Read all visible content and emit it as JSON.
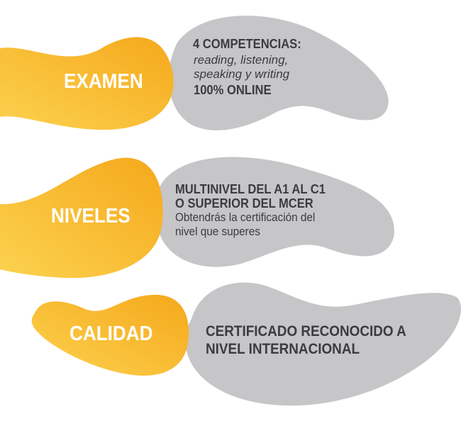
{
  "colors": {
    "orange_light": "#fcd24f",
    "orange_dark": "#f5a81b",
    "gray": "#c6c5c7",
    "text_dark": "#3c3b3d",
    "label_text": "#ffffff"
  },
  "items": [
    {
      "label": "EXAMEN",
      "heading": "4 COMPETENCIAS:",
      "italic_lines": [
        "reading, listening,",
        "speaking y writing"
      ],
      "footer": "100% ONLINE"
    },
    {
      "label": "NIVELES",
      "heading_lines": [
        "MULTINIVEL DEL A1 AL C1",
        "O SUPERIOR DEL MCER"
      ],
      "body_lines": [
        "Obtendrás la certificación del",
        "nivel que superes"
      ]
    },
    {
      "label": "CALIDAD",
      "heading_lines": [
        "CERTIFICADO RECONOCIDO A",
        "NIVEL INTERNACIONAL"
      ]
    }
  ]
}
